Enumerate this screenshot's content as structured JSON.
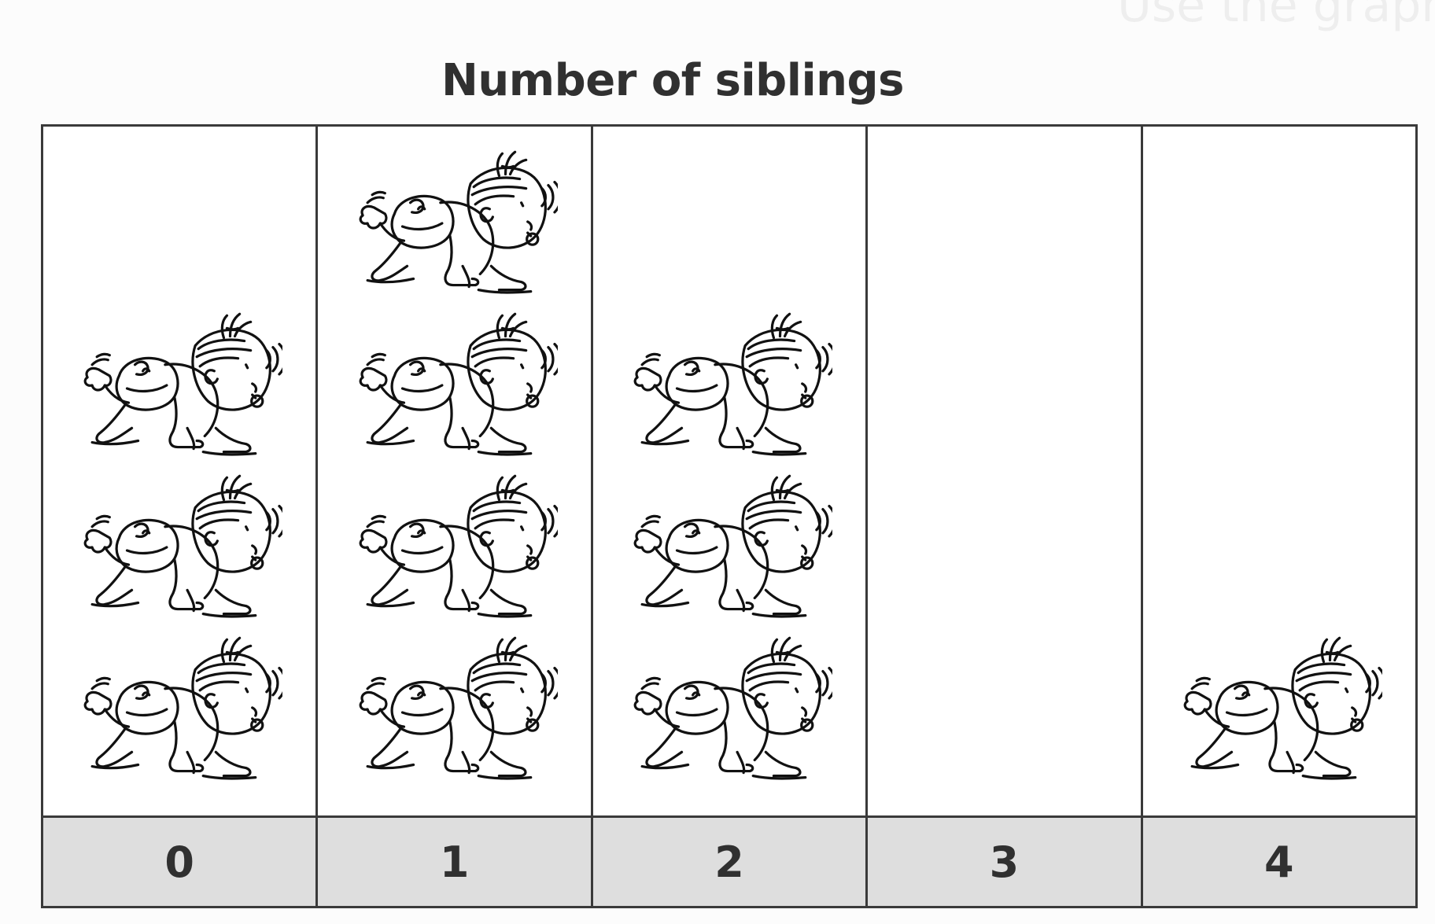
{
  "chart_data": {
    "type": "pictograph",
    "title": "Number of siblings",
    "categories": [
      "0",
      "1",
      "2",
      "3",
      "4"
    ],
    "values": [
      3,
      4,
      3,
      0,
      1
    ],
    "symbol": "crawling-baby-icon",
    "colors": {
      "label_band": "#dedede",
      "border": "#3a3a3a",
      "text": "#303030"
    }
  }
}
